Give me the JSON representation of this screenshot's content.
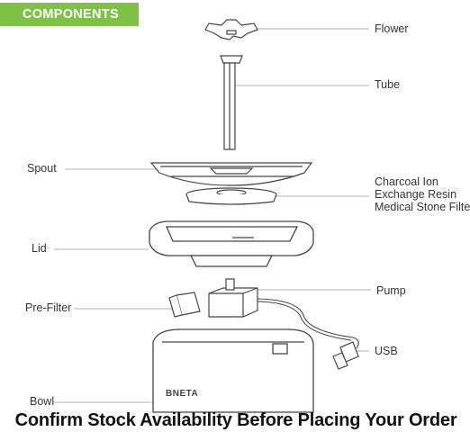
{
  "header": {
    "badge_label": "COMPONENTS"
  },
  "callouts": {
    "flower": "Flower",
    "tube": "Tube",
    "spout": "Spout",
    "filter_line1": "Charcoal Ion",
    "filter_line2": "Exchange Resin",
    "filter_line3": "Medical Stone Filter",
    "lid": "Lid",
    "pump": "Pump",
    "prefilter": "Pre-Filter",
    "usb": "USB",
    "bowl": "Bowl"
  },
  "product": {
    "logo_text": "BNETA"
  },
  "banner": {
    "text": "Confirm Stock Availability Before Placing Your Order"
  },
  "colors": {
    "accent": "#7fc046",
    "line": "#444444",
    "leader": "#999999"
  }
}
